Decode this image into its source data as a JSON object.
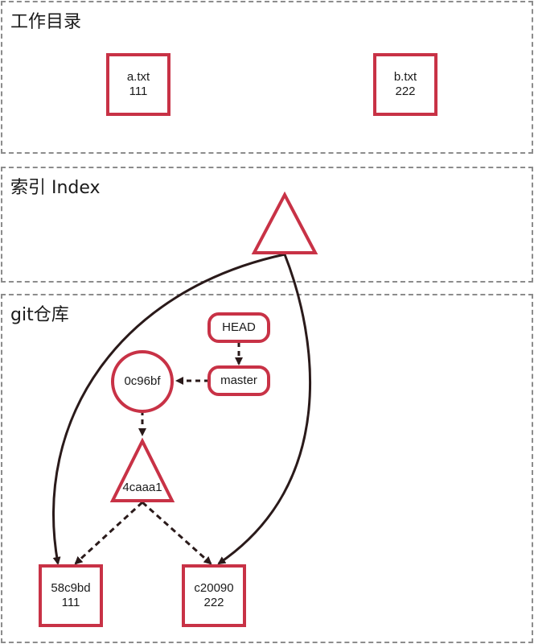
{
  "regions": {
    "working_dir": {
      "title": "工作目录"
    },
    "index": {
      "title": "索引 Index"
    },
    "repo": {
      "title": "git仓库"
    }
  },
  "working_files": [
    {
      "name": "a.txt",
      "content": "111"
    },
    {
      "name": "b.txt",
      "content": "222"
    }
  ],
  "refs": {
    "head": "HEAD",
    "branch": "master"
  },
  "commit": {
    "id": "0c96bf"
  },
  "tree": {
    "id": "4caaa1"
  },
  "blobs": [
    {
      "id": "58c9bd",
      "content": "111"
    },
    {
      "id": "c20090",
      "content": "222"
    }
  ],
  "colors": {
    "node_border": "#c83246",
    "edge": "#2a1a1a",
    "region_border": "#8c8c8c"
  }
}
